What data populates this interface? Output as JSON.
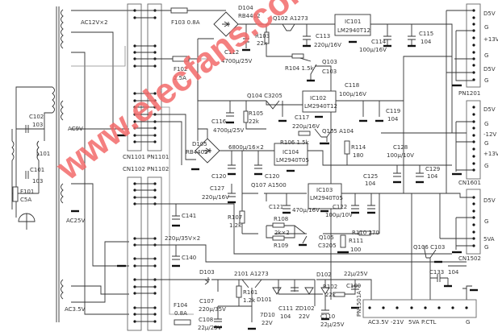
{
  "watermark": "www.elecfans.com",
  "labels": {
    "t_ac12": "AC12V×2",
    "t_ac9": "AC9V",
    "t_ac25": "AC25V",
    "t_ac35": "AC3.5V",
    "c102": "C102",
    "c102v": "103",
    "l101": "L101",
    "c101": "C101",
    "c101v": "103",
    "f101": "F101",
    "f101v": "C5A",
    "cn1101": "CN1101",
    "pn1101": "PN1101",
    "cn1102": "CN1102",
    "pn1102": "PN1102",
    "f103": "F103 0.8A",
    "f102": "F102",
    "f102v": "2.5A",
    "d104": "D104",
    "d104v": "RB4402",
    "c112": "C112",
    "c112v": "4700μ/25V",
    "q102": "Q102 A1273",
    "r103": "R103",
    "r103v": "22k",
    "ic101": "IC101",
    "ic101v": "LM2940T12",
    "c113": "C113",
    "c113v": "220μ/16V",
    "c114": "C114",
    "c114v": "100μ/16V",
    "c115": "C115",
    "c115v": "104",
    "r104": "R104 1.5k",
    "q103": "Q103",
    "q103v": "C103",
    "q104": "Q104 C3205",
    "r105": "R105",
    "r105v": "22k",
    "ic102": "IC102",
    "ic102v": "LM2940T12",
    "c118": "C118",
    "c118v": "100μ/16V",
    "c116": "C116",
    "c116v": "4700μ/25V",
    "c117": "C117",
    "c117v": "220μ/16V",
    "c119": "C119",
    "c119v": "104",
    "q105": "Q105 A104",
    "r106": "R106 1.5k",
    "d105": "D105",
    "d105v": "RB4402",
    "c6800": "6800μ/16×2",
    "ic104": "IC104",
    "ic104v": "LM2940T05",
    "r114": "R114",
    "r114v": "180",
    "c128": "C128",
    "c128v": "100μ/10V",
    "c129": "C129",
    "c129v": "104",
    "c120a": "C120",
    "c120b": "C120",
    "c127": "C127",
    "c127v": "220μ/16V",
    "q107": "Q107 A1500",
    "ic103": "IC103",
    "ic103v": "LM2940T05",
    "c125": "C125",
    "c125v": "104",
    "c121": "C121",
    "c121v": "470μ/16V",
    "c122": "C122",
    "c122v": "100μ/10V",
    "r107": "R107",
    "r107v": "1.2k",
    "r108": "R108",
    "r108v": "2k×2",
    "r109": "R109",
    "q105b": "Q105",
    "q105bv": "C3205",
    "r110": "R110 270",
    "r111": "R111",
    "r111v": "100",
    "q106": "Q106 C103",
    "c133": "C133",
    "c133v": "104",
    "c141": "C141",
    "c14x": "220μ/35V×2",
    "c140": "C140",
    "d103": "D103",
    "q101": "2101 A1273",
    "r101": "R101",
    "r101v": "1.2k",
    "c107": "C107",
    "c107v": "220μ/35V",
    "c108": "C108",
    "c108v": "22μ/25V",
    "f104": "F104",
    "f104v": "0.8A",
    "d101": "D101",
    "zd101": "7D10",
    "zd101v": "22V",
    "c111": "C111",
    "c111v": "104",
    "zd102": "ZD102",
    "zd102v": "22V",
    "d102": "D102",
    "r102": "R102",
    "r102v": "22k",
    "c109v": "22μ/25V",
    "c109": "C109",
    "c110": "C110",
    "c110v": "22μ/25V",
    "pn1501a": "PN1501A"
  },
  "pn1501a_pins": [
    "AC3.5V",
    "-21V",
    "5VA",
    "P.CTL",
    "G"
  ],
  "pn1201": {
    "name": "PN1201",
    "pins": [
      "D5V",
      "G",
      "+13V",
      "G",
      "D5V",
      "G"
    ]
  },
  "cn1601": {
    "name": "CN1601",
    "pins": [
      "D5V",
      "G",
      "-12V",
      "G",
      "+13V",
      "G"
    ]
  },
  "cn1502": {
    "name": "CN1502",
    "pins": [
      "D5V",
      "G",
      "5VA",
      "G"
    ]
  }
}
